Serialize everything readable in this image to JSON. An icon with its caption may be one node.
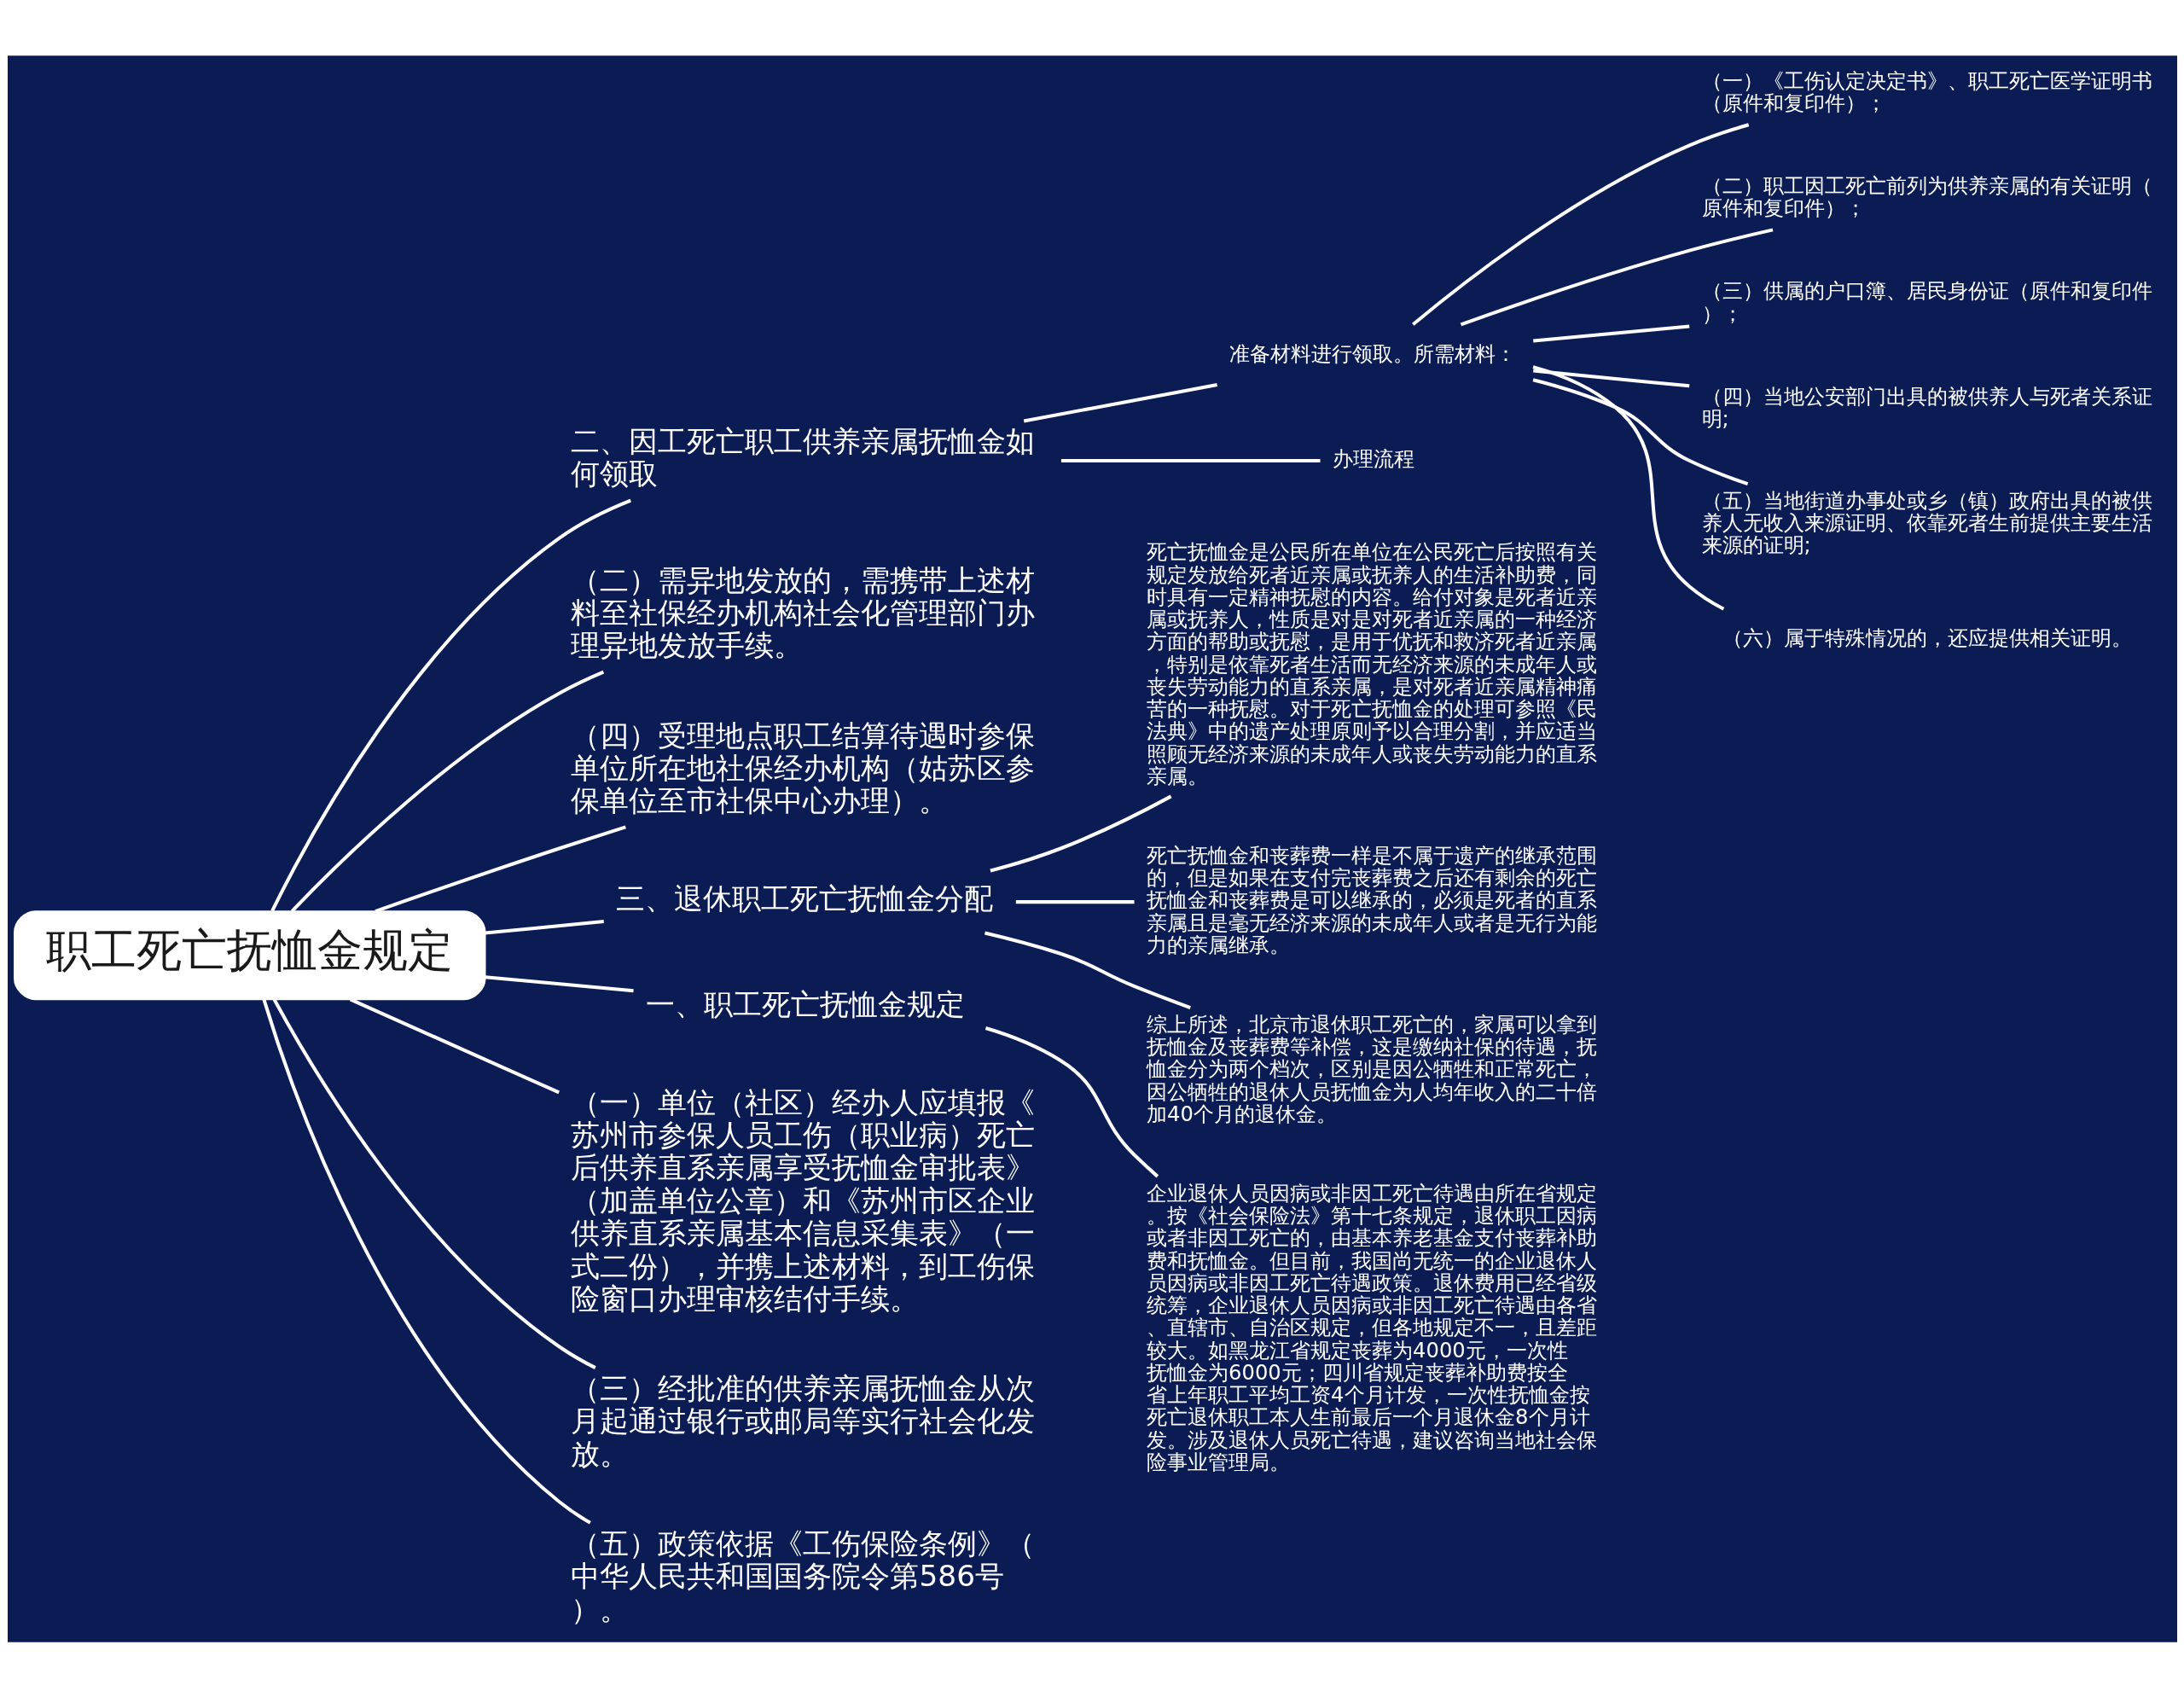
{
  "diagram": {
    "nodes": [
      {
        "text": [
          "职工死亡抚恤金规定"
        ]
      },
      {
        "text": [
          "二、因工死亡职工供养亲属抚恤金如何领取"
        ]
      },
      {
        "text": [
          "准备材料进行领取。所需材料："
        ]
      },
      {
        "text": [
          "（一）《工伤认定决定书》、职工死亡医学证明书（原件和复印件）；"
        ]
      },
      {
        "text": [
          "（二）职工因工死亡前列为供养亲属的有关证明（原件和复印件）；"
        ]
      },
      {
        "text": [
          "（三）供属的户口簿、居民身份证（原件和复印件）；"
        ]
      },
      {
        "text": [
          "（四）当地公安部门出具的被供养人与死者关系证明;"
        ]
      },
      {
        "text": [
          "（五）当地街道办事处或乡（镇）政府出具的被供养人无收入来源证明、依靠死者生前提供主要生活来源的证明;"
        ]
      },
      {
        "text": [
          "（六）属于特殊情况的，还应提供相关证明。"
        ]
      },
      {
        "text": [
          "办理流程"
        ]
      },
      {
        "text": [
          "（二）需异地发放的，需携带上述材料至社保经办机构社会化管理部门办理异地发放手续。"
        ]
      },
      {
        "text": [
          "（四）受理地点职工结算待遇时参保单位所在地社保经办机构（姑苏区参保单位至市社保中心办理）。"
        ]
      },
      {
        "text": [
          "三、退休职工死亡抚恤金分配"
        ]
      },
      {
        "text": [
          "死亡抚恤金是公民所在单位在公民死亡后按照有关规定发放给死者近亲属或抚养人的生活补助费，同时具有一定精神抚慰的内容。给付对象是死者近亲属或抚养人，性质是对是对死者近亲属的一种经济方面的帮助或抚慰，是用于优抚和救济死者近亲属，特别是依靠死者生活而无经济来源的未成年人或丧失劳动能力的直系亲属，是对死者近亲属精神痛苦的一种抚慰。对于死亡抚恤金的处理可参照《民法典》中的遗产处理原则予以合理分割，并应适当照顾无经济来源的未成年人或丧失劳动能力的直系亲属。"
        ]
      },
      {
        "text": [
          "死亡抚恤金和丧葬费一样是不属于遗产的继承范围的，但是如果在支付完丧葬费之后还有剩余的死亡抚恤金和丧葬费是可以继承的，必须是死者的直系亲属且是毫无经济来源的未成年人或者是无行为能力的亲属继承。"
        ]
      },
      {
        "text": [
          "综上所述，北京市退休职工死亡的，家属可以拿到抚恤金及丧葬费等补偿，这是缴纳社保的待遇，抚恤金分为两个档次，区别是因公牺牲和正常死亡，因公牺牲的退休人员抚恤金为人均年收入的二十倍加40个月的退休金。"
        ]
      },
      {
        "text": [
          "一、职工死亡抚恤金规定"
        ]
      },
      {
        "text": [
          "企业退休人员因病或非因工死亡待遇由所在省规定。按《社会保险法》第十七条规定，退休职工因病或者非因工死亡的，由基本养老基金支付丧葬补助费和抚恤金。但目前，我国尚无统一的企业退休人员因病或非因工死亡待遇政策。退休费用已经省级统筹，企业退休人员因病或非因工死亡待遇由各省、直辖市、自治区规定，但各地规定不一，且差距较大。如黑龙江省规定丧葬为4000元，一次性抚恤金为6000元；四川省规定丧葬补助费按全省上年职工平均工资4个月计发，一次性抚恤金按死亡退休职工本人生前最后一个月退休金8个月计发。涉及退休人员死亡待遇，建议咨询当地社会保险事业管理局。"
        ]
      },
      {
        "text": [
          "（一）单位（社区）经办人应填报《苏州市参保人员工伤（职业病）死亡后供养直系亲属享受抚恤金审批表》（加盖单位公章）和《苏州市区企业供养直系亲属基本信息采集表》（一式二份），并携上述材料，到工伤保险窗口办理审核结付手续。"
        ]
      },
      {
        "text": [
          "（三）经批准的供养亲属抚恤金从次月起通过银行或邮局等实行社会化发放。"
        ]
      },
      {
        "text": [
          "（五）政策依据《工伤保险条例》（中华人民共和国国务院令第586号）。"
        ]
      }
    ],
    "edges": [
      {
        "from": 0,
        "to": 1,
        "arrow": "none"
      },
      {
        "from": 1,
        "to": 2,
        "arrow": "none"
      },
      {
        "from": 2,
        "to": 3,
        "arrow": "none"
      },
      {
        "from": 2,
        "to": 4,
        "arrow": "none"
      },
      {
        "from": 2,
        "to": 5,
        "arrow": "none"
      },
      {
        "from": 2,
        "to": 6,
        "arrow": "none"
      },
      {
        "from": 2,
        "to": 7,
        "arrow": "none"
      },
      {
        "from": 2,
        "to": 8,
        "arrow": "none"
      },
      {
        "from": 1,
        "to": 9,
        "arrow": "none"
      },
      {
        "from": 0,
        "to": 10,
        "arrow": "none"
      },
      {
        "from": 0,
        "to": 11,
        "arrow": "none"
      },
      {
        "from": 0,
        "to": 12,
        "arrow": "none"
      },
      {
        "from": 12,
        "to": 13,
        "arrow": "none"
      },
      {
        "from": 12,
        "to": 14,
        "arrow": "none"
      },
      {
        "from": 12,
        "to": 15,
        "arrow": "none"
      },
      {
        "from": 0,
        "to": 16,
        "arrow": "none"
      },
      {
        "from": 16,
        "to": 17,
        "arrow": "none"
      },
      {
        "from": 0,
        "to": 18,
        "arrow": "none"
      },
      {
        "from": 0,
        "to": 19,
        "arrow": "none"
      },
      {
        "from": 0,
        "to": 20,
        "arrow": "none"
      }
    ]
  }
}
